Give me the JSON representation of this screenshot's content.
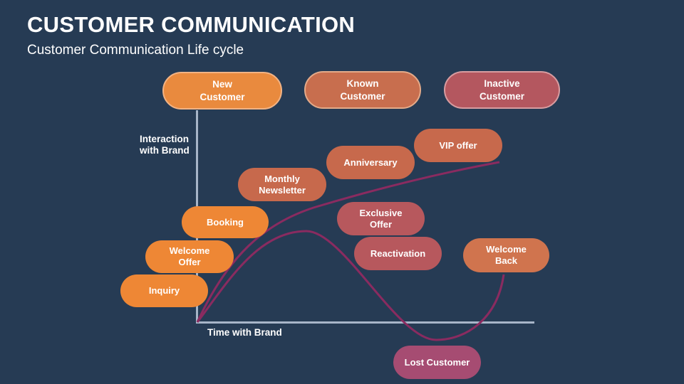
{
  "slide": {
    "title": "CUSTOMER COMMUNICATION",
    "subtitle": "Customer Communication Life cycle",
    "background_color": "#263B54",
    "text_color": "#FFFFFF"
  },
  "chart": {
    "y_axis_label_line1": "Interaction",
    "y_axis_label_line2": "with Brand",
    "x_axis_label": "Time with Brand",
    "axis_color": "#A7B5C8",
    "curve_color": "#8A2B60",
    "curves": [
      {
        "name": "growth-curve",
        "description": "rises from axis origin toward VIP offer"
      },
      {
        "name": "decline-curve",
        "description": "rises to a peak, dips below axis at Lost Customer, rises to Welcome Back"
      }
    ]
  },
  "stage_headers": [
    {
      "line1": "New",
      "line2": "Customer",
      "fill": "#E98A3E",
      "border": "#F2B384"
    },
    {
      "line1": "Known",
      "line2": "Customer",
      "fill": "#C86E4E",
      "border": "#E4AA89"
    },
    {
      "line1": "Inactive",
      "line2": "Customer",
      "fill": "#B4575F",
      "border": "#D89CA0"
    }
  ],
  "touchpoints": [
    {
      "line1": "Inquiry",
      "fill": "#EE8735"
    },
    {
      "line1": "Welcome",
      "line2": "Offer",
      "fill": "#EE8735"
    },
    {
      "line1": "Booking",
      "fill": "#EE8735"
    },
    {
      "line1": "Monthly",
      "line2": "Newsletter",
      "fill": "#C7694C"
    },
    {
      "line1": "Anniversary",
      "fill": "#C7694C"
    },
    {
      "line1": "VIP offer",
      "fill": "#C7694C"
    },
    {
      "line1": "Exclusive",
      "line2": "Offer",
      "fill": "#B7585D"
    },
    {
      "line1": "Reactivation",
      "fill": "#B7585D"
    },
    {
      "line1": "Welcome",
      "line2": "Back",
      "fill": "#D0744E"
    },
    {
      "line1": "Lost Customer",
      "fill": "#A64C72"
    }
  ]
}
